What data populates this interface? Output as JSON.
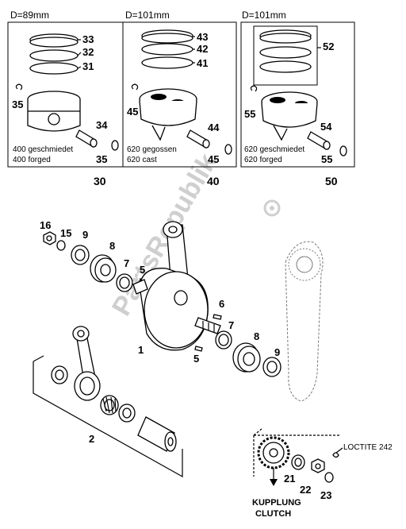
{
  "panels": [
    {
      "diameter": "D=89mm",
      "rings": [
        "33",
        "32",
        "31"
      ],
      "pin_clip": "35",
      "pin": "34",
      "clip": "35",
      "note1": "400 geschmiedet",
      "note2": "400 forged",
      "kit": "30"
    },
    {
      "diameter": "D=101mm",
      "rings": [
        "43",
        "42",
        "41"
      ],
      "pin_clip": "45",
      "pin": "44",
      "clip": "45",
      "note1": "620 gegossen",
      "note2": "620 cast",
      "kit": "40"
    },
    {
      "diameter": "D=101mm",
      "rings": [
        "52"
      ],
      "pin_clip": "55",
      "pin": "54",
      "clip": "55",
      "note1": "620 geschmiedet",
      "note2": "620 forged",
      "kit": "50"
    }
  ],
  "callouts": {
    "c16": "16",
    "c15": "15",
    "c9a": "9",
    "c8a": "8",
    "c7a": "7",
    "c5a": "5",
    "c1": "1",
    "c6": "6",
    "c7b": "7",
    "c8b": "8",
    "c5b": "5",
    "c9b": "9",
    "c2": "2",
    "c21": "21",
    "c22": "22",
    "c23": "23"
  },
  "loctite": "LOCTITE 242",
  "clutch_de": "KUPPLUNG",
  "clutch_en": "CLUTCH",
  "watermark": "PartsRepublik"
}
